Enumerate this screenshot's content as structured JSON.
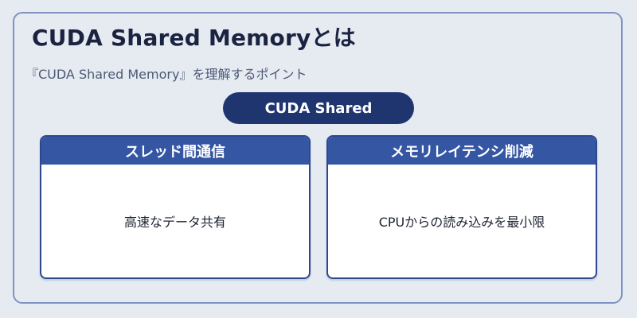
{
  "title": "CUDA Shared Memoryとは",
  "subtitle": "『CUDA Shared Memory』を理解するポイント",
  "center_label": "CUDA Shared",
  "cards": [
    {
      "header": "スレッド間通信",
      "body": "高速なデータ共有"
    },
    {
      "header": "メモリレイテンシ削減",
      "body": "CPUからの読み込みを最小限"
    }
  ],
  "colors": {
    "background": "#e6ebf2",
    "frame_border": "#7f92c2",
    "pill": "#1f3570",
    "card_header": "#3556a3",
    "card_border": "#2d4a8f",
    "title_text": "#1a2340"
  }
}
